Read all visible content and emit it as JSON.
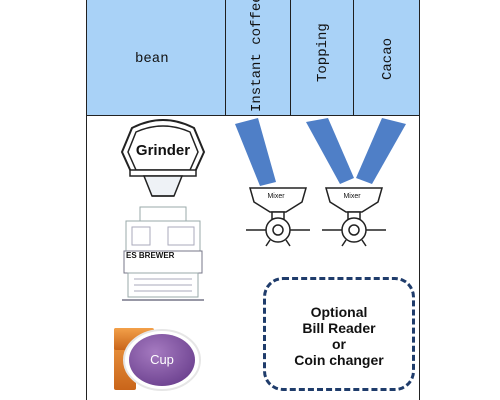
{
  "header": {
    "bean": "bean",
    "instant_coffee": "Instant coffee",
    "topping": "Topping",
    "cacao": "Cacao"
  },
  "grinder": {
    "label": "Grinder"
  },
  "brewer": {
    "label": "ES BREWER"
  },
  "mixers": [
    {
      "label": "Mixer"
    },
    {
      "label": "Mixer"
    }
  ],
  "cup": {
    "label": "Cup"
  },
  "optional_box": {
    "line1": "Optional",
    "line2": "Bill Reader",
    "line3": "or",
    "line4": "Coin changer"
  },
  "colors": {
    "header_bg": "#a9d2f7",
    "hopper_blue": "#4f7fc7",
    "cup_orange": "#e07b1e",
    "cup_purple": "#8a5aa8",
    "dashed_border": "#1f3c6b"
  }
}
